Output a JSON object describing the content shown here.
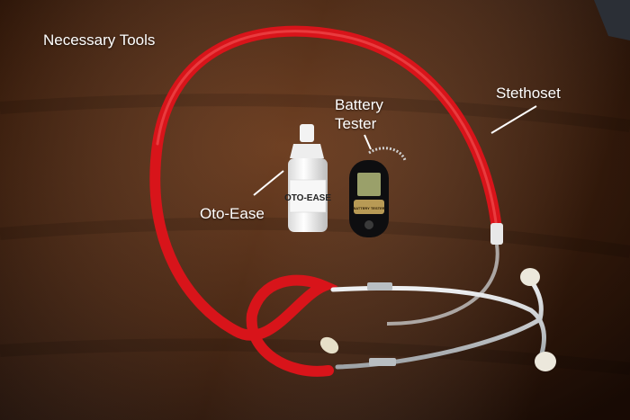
{
  "labels": {
    "title": "Necessary Tools",
    "stethoscope": "Stethoset",
    "battery_tester": [
      "Battery",
      "Tester"
    ],
    "oto_ease": "Oto-Ease"
  },
  "bottle_label_text": "OTO-EASE",
  "tester_label_text": "BATTERY TESTER",
  "colors": {
    "tubing": "#d8141a",
    "table_dark": "#1e0d05",
    "table_light": "#6a3a1c",
    "metal": "#c8cccf",
    "text": "#ffffff"
  }
}
